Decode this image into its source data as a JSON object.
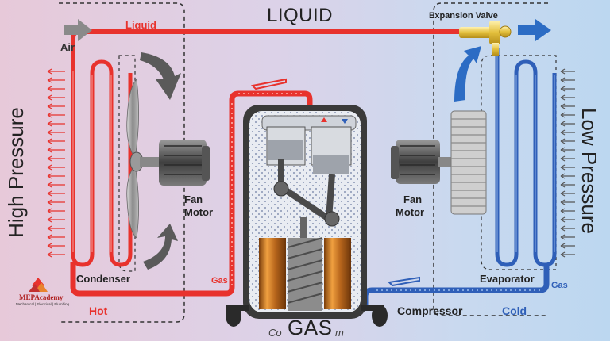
{
  "labels": {
    "liquid_big": "LIQUID",
    "gas_big": "GAS",
    "high_pressure": "High Pressure",
    "low_pressure": "Low Pressure",
    "air": "Air",
    "liquid_line": "Liquid",
    "expansion_valve": "Expansion Valve",
    "fan_motor_left_1": "Fan",
    "fan_motor_left_2": "Motor",
    "fan_motor_right_1": "Fan",
    "fan_motor_right_2": "Motor",
    "condenser": "Condenser",
    "gas_line_left": "Gas",
    "gas_line_right": "Gas",
    "evaporator": "Evaporator",
    "compressor": "Compressor",
    "hot": "Hot",
    "cold": "Cold",
    "caption_partial_left": "Co",
    "caption_partial_right": "m"
  },
  "logo": {
    "name": "MEPAcademy",
    "tagline": "Mechanical | Electrical | Plumbing"
  },
  "colors": {
    "hot": "#e8322d",
    "cold": "#2f5fb8",
    "valve": "#e4c24a",
    "arrow_blue": "#2c6cc4"
  }
}
